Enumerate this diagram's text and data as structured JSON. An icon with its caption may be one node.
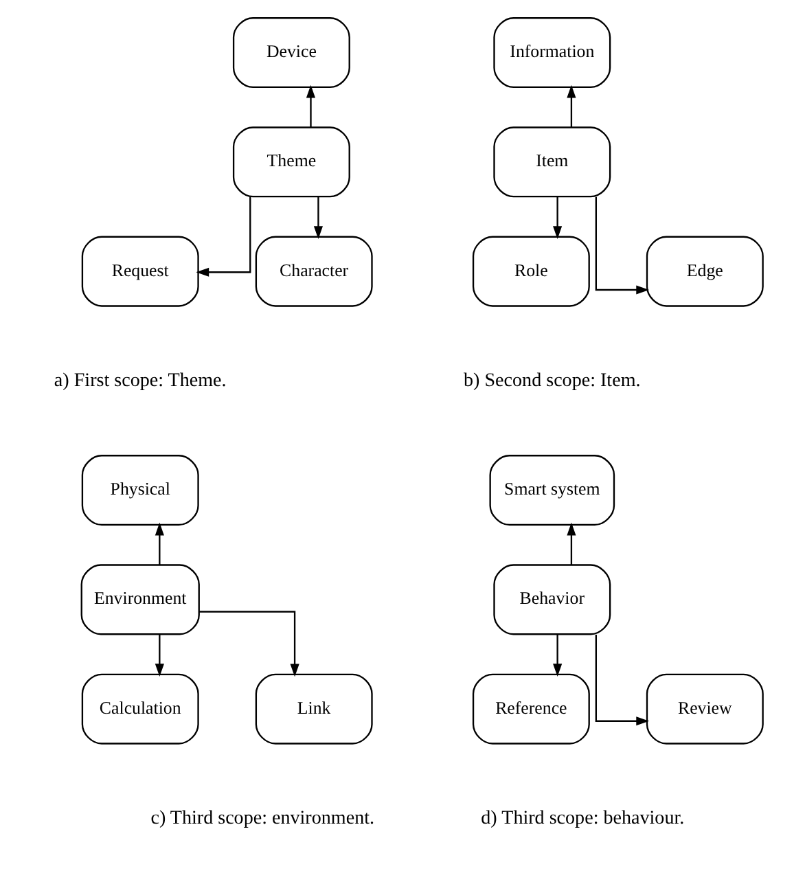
{
  "diagram": {
    "nodes": [
      {
        "text": [
          "Device"
        ]
      },
      {
        "text": [
          "Theme"
        ]
      },
      {
        "text": [
          "Request"
        ]
      },
      {
        "text": [
          "Character"
        ]
      },
      {
        "text": [
          "Information"
        ]
      },
      {
        "text": [
          "Item"
        ]
      },
      {
        "text": [
          "Role"
        ]
      },
      {
        "text": [
          "Edge"
        ]
      },
      {
        "text": [
          "Physical"
        ]
      },
      {
        "text": [
          "Environment"
        ]
      },
      {
        "text": [
          "Calculation"
        ]
      },
      {
        "text": [
          "Link"
        ]
      },
      {
        "text": [
          "Smart system"
        ]
      },
      {
        "text": [
          "Behavior"
        ]
      },
      {
        "text": [
          "Reference"
        ]
      },
      {
        "text": [
          "Review"
        ]
      }
    ],
    "edges": [
      {
        "from": 1,
        "to": 0,
        "arrow": "to"
      },
      {
        "from": 1,
        "to": 2,
        "arrow": "to"
      },
      {
        "from": 1,
        "to": 3,
        "arrow": "to"
      },
      {
        "from": 5,
        "to": 4,
        "arrow": "to"
      },
      {
        "from": 5,
        "to": 6,
        "arrow": "to"
      },
      {
        "from": 5,
        "to": 7,
        "arrow": "to"
      },
      {
        "from": 9,
        "to": 8,
        "arrow": "to"
      },
      {
        "from": 9,
        "to": 10,
        "arrow": "to"
      },
      {
        "from": 9,
        "to": 11,
        "arrow": "to"
      },
      {
        "from": 13,
        "to": 12,
        "arrow": "to"
      },
      {
        "from": 13,
        "to": 14,
        "arrow": "to"
      },
      {
        "from": 13,
        "to": 15,
        "arrow": "to"
      }
    ],
    "labels": [
      "a) First scope: Theme.",
      "b) Second scope: Item.",
      "c) Third scope: environment.",
      "d) Third scope: behaviour."
    ]
  }
}
